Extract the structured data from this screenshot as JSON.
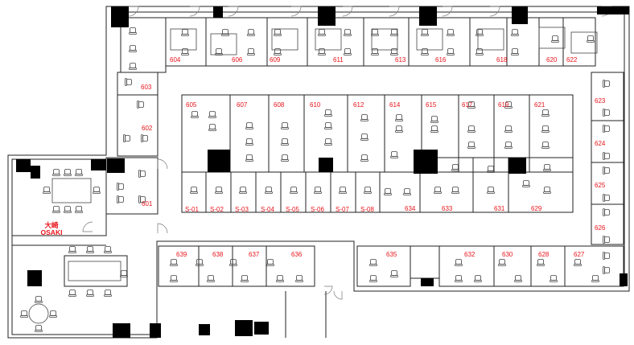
{
  "floor_plan": {
    "room_labels": [
      {
        "id": "603",
        "text": "603"
      },
      {
        "id": "604",
        "text": "604"
      },
      {
        "id": "606",
        "text": "606"
      },
      {
        "id": "609",
        "text": "609"
      },
      {
        "id": "611",
        "text": "611"
      },
      {
        "id": "613",
        "text": "613"
      },
      {
        "id": "616",
        "text": "616"
      },
      {
        "id": "618",
        "text": "618"
      },
      {
        "id": "620",
        "text": "620"
      },
      {
        "id": "622",
        "text": "622"
      },
      {
        "id": "602",
        "text": "602"
      },
      {
        "id": "601",
        "text": "601"
      },
      {
        "id": "605",
        "text": "605"
      },
      {
        "id": "607",
        "text": "607"
      },
      {
        "id": "608",
        "text": "608"
      },
      {
        "id": "610",
        "text": "610"
      },
      {
        "id": "612",
        "text": "612"
      },
      {
        "id": "614",
        "text": "614"
      },
      {
        "id": "615",
        "text": "615"
      },
      {
        "id": "617",
        "text": "617"
      },
      {
        "id": "619",
        "text": "619"
      },
      {
        "id": "621",
        "text": "621"
      },
      {
        "id": "623",
        "text": "623"
      },
      {
        "id": "624",
        "text": "624"
      },
      {
        "id": "625",
        "text": "625"
      },
      {
        "id": "626",
        "text": "626"
      },
      {
        "id": "627",
        "text": "627"
      },
      {
        "id": "628",
        "text": "628"
      },
      {
        "id": "629",
        "text": "629"
      },
      {
        "id": "630",
        "text": "630"
      },
      {
        "id": "631",
        "text": "631"
      },
      {
        "id": "632",
        "text": "632"
      },
      {
        "id": "633",
        "text": "633"
      },
      {
        "id": "634",
        "text": "634"
      },
      {
        "id": "635",
        "text": "635"
      },
      {
        "id": "636",
        "text": "636"
      },
      {
        "id": "637",
        "text": "637"
      },
      {
        "id": "638",
        "text": "638"
      },
      {
        "id": "639",
        "text": "639"
      },
      {
        "id": "s01",
        "text": "S-01"
      },
      {
        "id": "s02",
        "text": "S-02"
      },
      {
        "id": "s03",
        "text": "S-03"
      },
      {
        "id": "s04",
        "text": "S-04"
      },
      {
        "id": "s05",
        "text": "S-05"
      },
      {
        "id": "s06",
        "text": "S-06"
      },
      {
        "id": "s07",
        "text": "S-07"
      },
      {
        "id": "s08",
        "text": "S-08"
      }
    ],
    "meeting_room": {
      "name_jp": "大崎",
      "name_en": "OSAKI"
    },
    "colors": {
      "label": "#e8141b",
      "wall": "#000000",
      "line": "#222222"
    }
  }
}
